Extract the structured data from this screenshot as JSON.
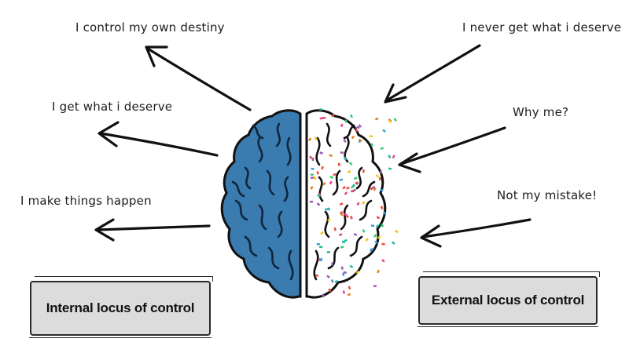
{
  "internal": {
    "phrases": [
      "I control my own destiny",
      "I get what i deserve",
      "I make things happen"
    ],
    "label": "Internal locus of control"
  },
  "external": {
    "phrases": [
      "I never get what i deserve",
      "Why me?",
      "Not my mistake!"
    ],
    "label": "External locus of control"
  },
  "colors": {
    "brain_left": "#3a7bb0",
    "brain_left_dark": "#2a5f8c",
    "brain_right": "#ffffff",
    "ink": "#111111",
    "box_fill": "#dcdcdc",
    "confetti": [
      "#e74c3c",
      "#f1c40f",
      "#2ecc71",
      "#9b59b6",
      "#3498db",
      "#e67e22",
      "#1abc9c",
      "#e84393"
    ]
  }
}
